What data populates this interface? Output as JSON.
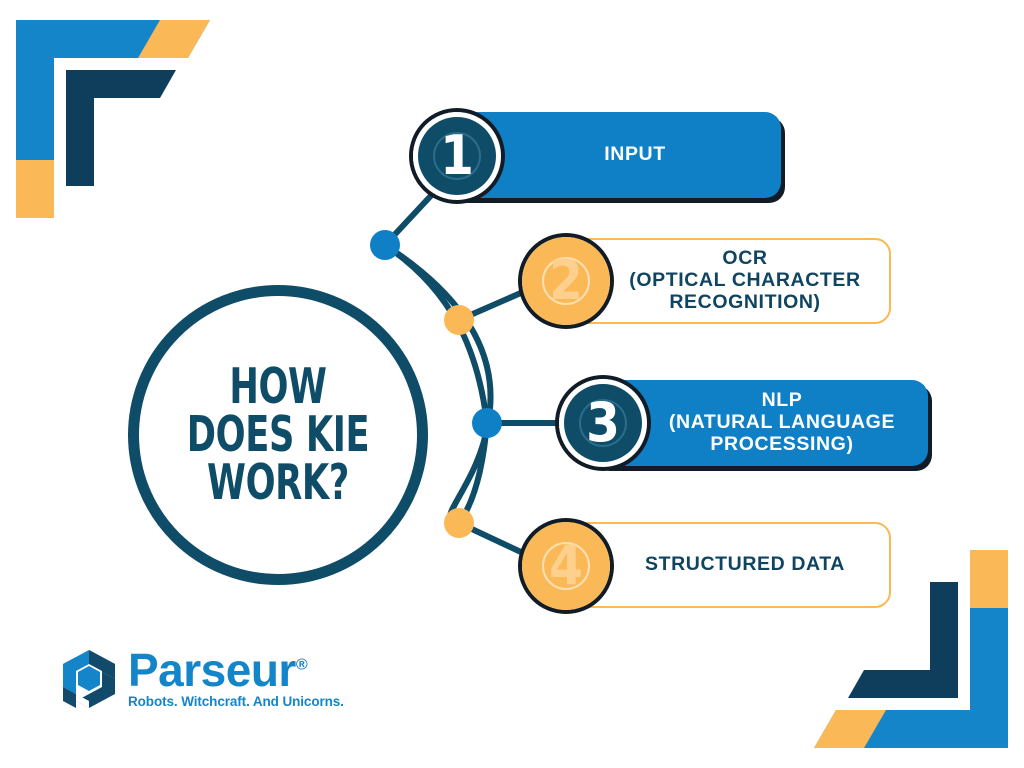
{
  "title": "How does KIE work?",
  "center": {
    "heading": "HOW\nDOES KIE\nWORK?"
  },
  "colors": {
    "navy": "#0f4c68",
    "blue": "#0f80c6",
    "amber": "#fab857",
    "dark": "#121c26",
    "white": "#ffffff",
    "logo_blue": "#1585c9"
  },
  "steps": [
    {
      "number": "1",
      "label": "INPUT",
      "style": "filled",
      "badge": "navy",
      "dot": "blue"
    },
    {
      "number": "2",
      "label": "OCR\n(OPTICAL CHARACTER\nRECOGNITION)",
      "style": "outline",
      "badge": "amber",
      "dot": "amber"
    },
    {
      "number": "3",
      "label": "NLP\n(NATURAL LANGUAGE\nPROCESSING)",
      "style": "filled",
      "badge": "navy",
      "dot": "blue"
    },
    {
      "number": "4",
      "label": "STRUCTURED DATA",
      "style": "outline",
      "badge": "amber",
      "dot": "amber"
    }
  ],
  "logo": {
    "name": "Parseur",
    "registered": "®",
    "tagline": "Robots. Witchcraft. And Unicorns.",
    "mark": "parseur-cube-logo"
  },
  "decor": {
    "top_left": "corner-bracket-top-left",
    "bottom_right": "corner-bracket-bottom-right"
  }
}
